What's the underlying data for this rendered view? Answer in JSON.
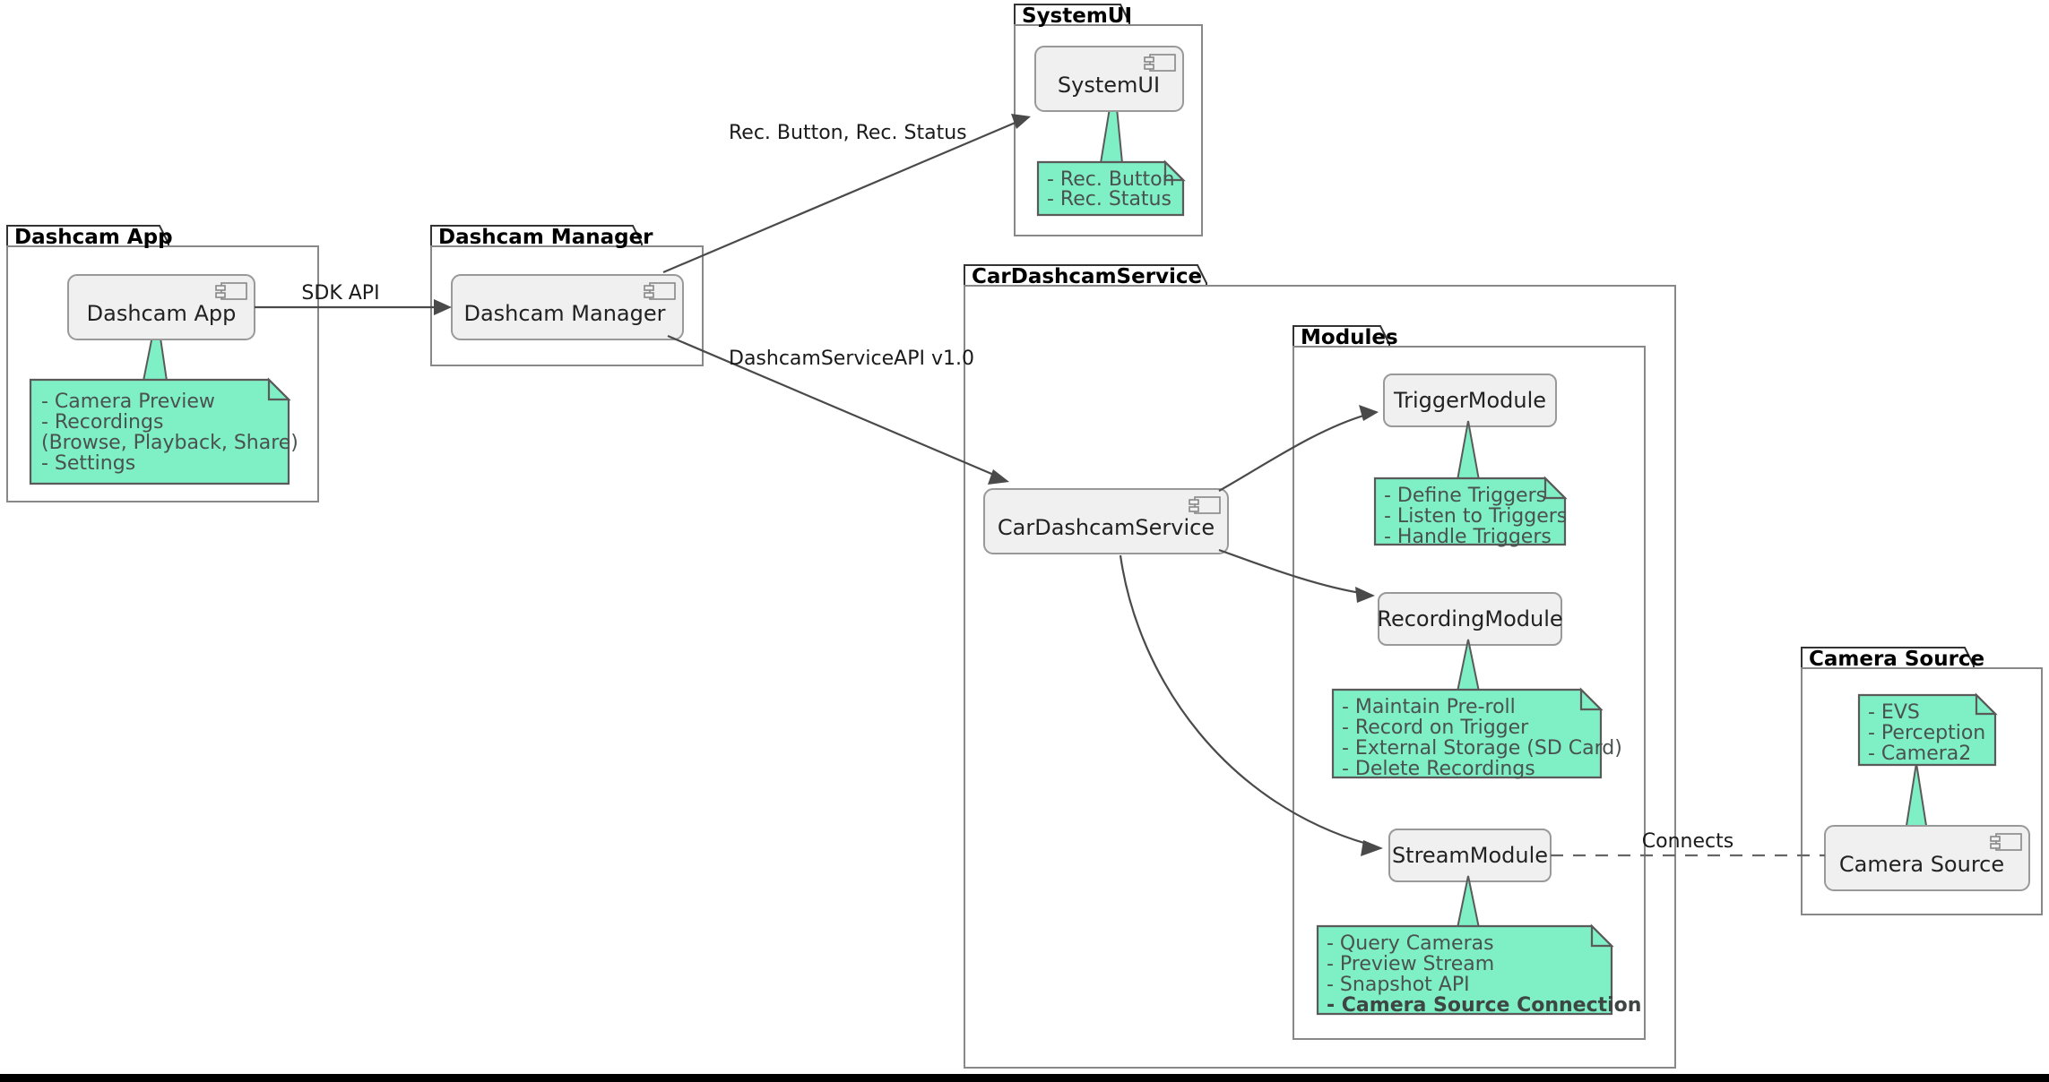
{
  "diagram": {
    "kind": "uml-component-diagram",
    "background": "#FFFFFF",
    "accent_note_color": "#7FEFC5",
    "component_fill": "#F0F0F0",
    "border_color": "#888888",
    "text_color": "#222222"
  },
  "packages": [
    {
      "id": "dashcam-app",
      "title": "Dashcam App",
      "component": "Dashcam App",
      "note_lines": [
        "- Camera Preview",
        "- Recordings",
        "  (Browse, Playback, Share)",
        "- Settings"
      ]
    },
    {
      "id": "dashcam-manager",
      "title": "Dashcam Manager",
      "component": "Dashcam Manager",
      "note_lines": []
    },
    {
      "id": "systemui",
      "title": "SystemUI",
      "component": "SystemUI",
      "note_lines": [
        "- Rec. Button",
        "- Rec. Status"
      ]
    },
    {
      "id": "car-dashcam-service",
      "title": "CarDashcamService",
      "component": "CarDashcamService",
      "note_lines": []
    },
    {
      "id": "modules",
      "title": "Modules",
      "component": null,
      "note_lines": []
    },
    {
      "id": "camera-source",
      "title": "Camera Source",
      "component": "Camera Source",
      "note_lines": [
        "- EVS",
        "- Perception",
        "- Camera2"
      ]
    }
  ],
  "modules": [
    {
      "id": "trigger-module",
      "name": "TriggerModule",
      "note_lines": [
        "- Define Triggers",
        "- Listen to Triggers",
        "- Handle Triggers"
      ]
    },
    {
      "id": "recording-module",
      "name": "RecordingModule",
      "note_lines": [
        "- Maintain Pre-roll",
        "- Record on Trigger",
        "- External Storage (SD Card)",
        "- Delete Recordings"
      ]
    },
    {
      "id": "stream-module",
      "name": "StreamModule",
      "note_lines": [
        "- Query Cameras",
        "- Preview Stream",
        "- Snapshot API",
        "- Camera Source Connection"
      ],
      "note_bold_last": true
    }
  ],
  "edges": [
    {
      "id": "sdk-api",
      "label": "SDK API",
      "from": "Dashcam App",
      "to": "Dashcam Manager",
      "style": "solid"
    },
    {
      "id": "rec-button-status",
      "label": "Rec. Button, Rec. Status",
      "from": "Dashcam Manager",
      "to": "SystemUI",
      "style": "solid"
    },
    {
      "id": "dashcam-service-api",
      "label": "DashcamServiceAPI v1.0",
      "from": "Dashcam Manager",
      "to": "CarDashcamService",
      "style": "solid"
    },
    {
      "id": "svc-trigger",
      "label": "",
      "from": "CarDashcamService",
      "to": "TriggerModule",
      "style": "solid"
    },
    {
      "id": "svc-recording",
      "label": "",
      "from": "CarDashcamService",
      "to": "RecordingModule",
      "style": "solid"
    },
    {
      "id": "svc-stream",
      "label": "",
      "from": "CarDashcamService",
      "to": "StreamModule",
      "style": "solid"
    },
    {
      "id": "stream-camera",
      "label": "Connects",
      "from": "StreamModule",
      "to": "Camera Source",
      "style": "dashed"
    }
  ]
}
